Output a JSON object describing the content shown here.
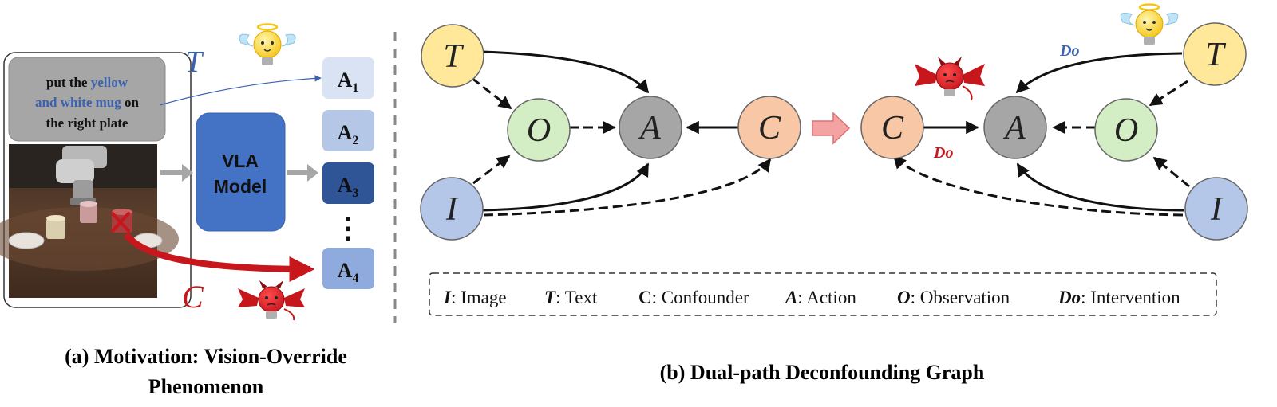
{
  "panel_a": {
    "instruction": {
      "line1": "put the",
      "line1_highlight": "yellow",
      "line2_highlight": "and white mug",
      "line2_rest": "on",
      "line3": "the right plate"
    },
    "model_line1": "VLA",
    "model_line2": "Model",
    "actions": [
      {
        "base": "A",
        "sub": "1"
      },
      {
        "base": "A",
        "sub": "2"
      },
      {
        "base": "A",
        "sub": "3"
      },
      {
        "base": "A",
        "sub": "4"
      }
    ],
    "ellipsis": "⋮",
    "label_t": "T",
    "label_c": "C",
    "caption_line1": "(a) Motivation: Vision-Override",
    "caption_line2": "Phenomenon"
  },
  "panel_b": {
    "nodes": {
      "T": "T",
      "O": "O",
      "A": "A",
      "C": "C",
      "I": "I"
    },
    "do_label": "Do",
    "legend": [
      {
        "key": "I",
        "text": ": Image"
      },
      {
        "key": "T",
        "text": ": Text"
      },
      {
        "key": "C",
        "text": ": Confounder"
      },
      {
        "key": "A",
        "text": ": Action"
      },
      {
        "key": "O",
        "text": ": Observation"
      },
      {
        "key": "Do",
        "text": ": Intervention"
      }
    ],
    "caption": "(b) Dual-path Deconfounding Graph"
  },
  "colors": {
    "text_blue": "#3a62b0",
    "confounder_red": "#c8161d",
    "node_yellow": "#ffe89a",
    "node_green": "#d3edc4",
    "node_gray": "#a6a6a6",
    "node_orange": "#f8c7a5",
    "node_blue": "#b4c7e8",
    "vla_blue": "#4472c4",
    "a1": "#dae3f3",
    "a2": "#b4c7e7",
    "a3": "#2f5597",
    "a4": "#8faadc"
  }
}
